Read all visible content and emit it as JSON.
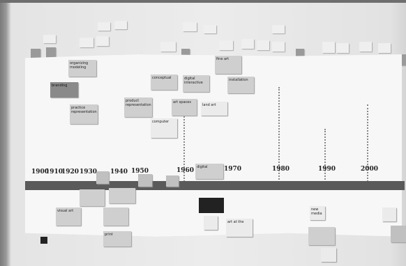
{
  "timeline": {
    "years": [
      {
        "label": "1900"
      },
      {
        "label": "1910"
      },
      {
        "label": "1920"
      },
      {
        "label": "1930"
      },
      {
        "label": "1940"
      },
      {
        "label": "1950"
      },
      {
        "label": "1960"
      },
      {
        "label": "1970"
      },
      {
        "label": "1980"
      },
      {
        "label": "1990"
      },
      {
        "label": "2000"
      }
    ]
  },
  "notes": {
    "n1": "organizing modeling",
    "n2": "branding",
    "n3": "practice representation",
    "n4": "product representation",
    "n5": "conceptual",
    "n6": "digital interactive",
    "n7": "art spaces",
    "n8": "fine art",
    "n9": "installation",
    "n10": "land art",
    "n11": "computer",
    "n12": "digital",
    "n13": "visual art",
    "n14": "print",
    "n15": "art at the",
    "n16": "new media"
  }
}
